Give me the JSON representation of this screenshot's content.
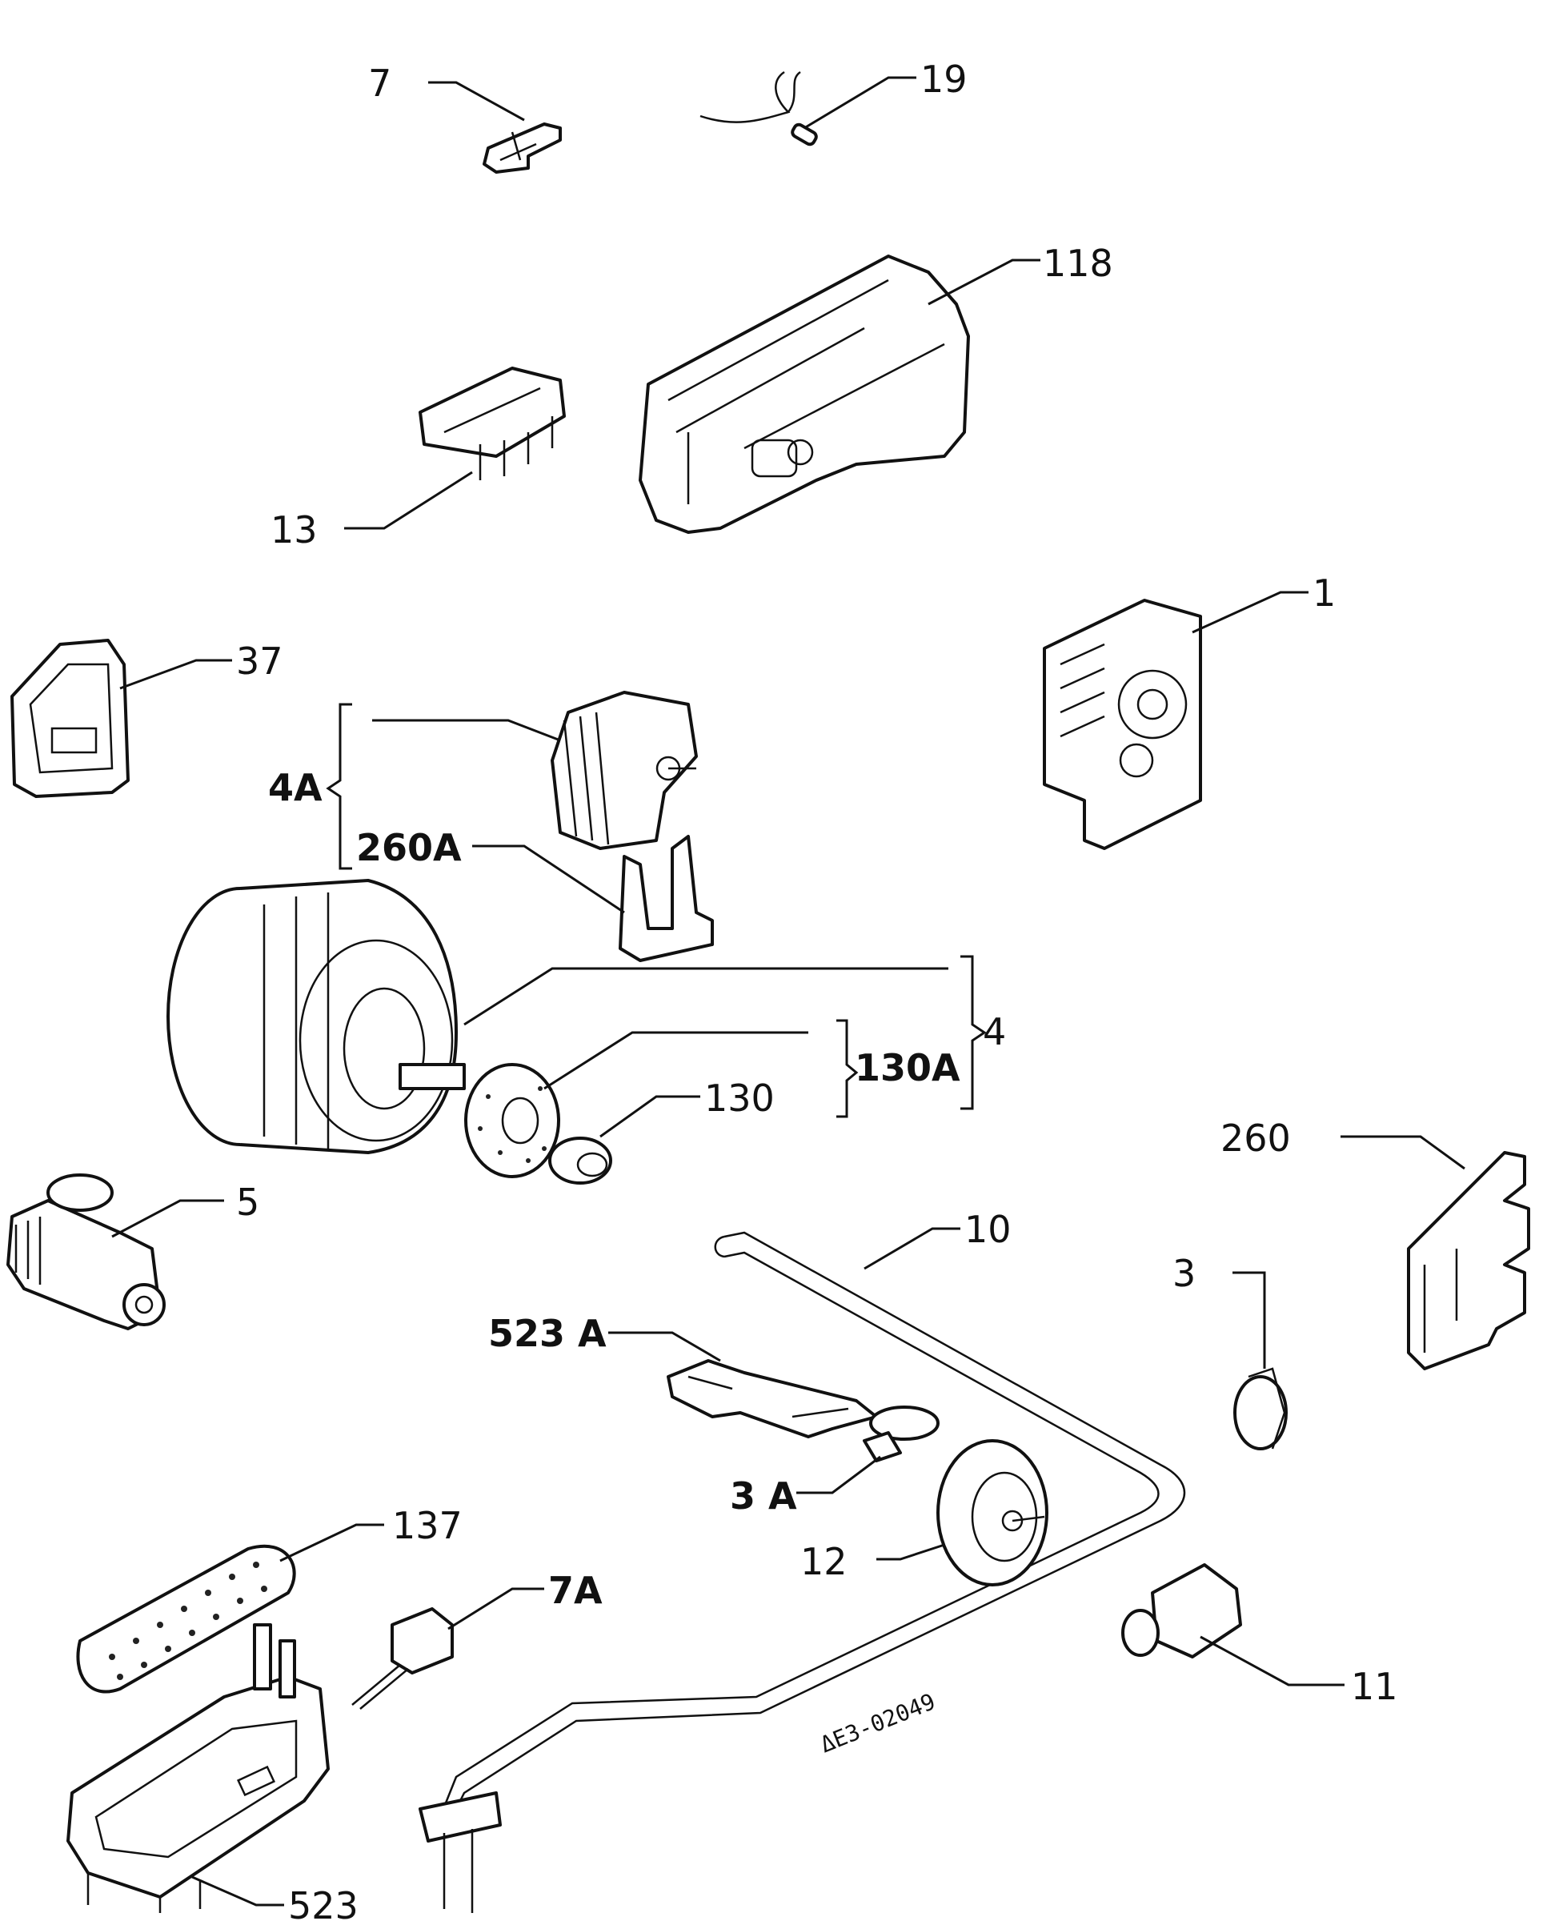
{
  "diagram": {
    "drawing_code": "ΔE3-02049",
    "callouts": [
      {
        "id": "c7",
        "text": "7"
      },
      {
        "id": "c19",
        "text": "19"
      },
      {
        "id": "c118",
        "text": "118"
      },
      {
        "id": "c13",
        "text": "13"
      },
      {
        "id": "c1",
        "text": "1"
      },
      {
        "id": "c37",
        "text": "37"
      },
      {
        "id": "c4a",
        "text": "4A"
      },
      {
        "id": "c260a",
        "text": "260A"
      },
      {
        "id": "c4",
        "text": "4"
      },
      {
        "id": "c130a",
        "text": "130A"
      },
      {
        "id": "c130",
        "text": "130"
      },
      {
        "id": "c260",
        "text": "260"
      },
      {
        "id": "c5",
        "text": "5"
      },
      {
        "id": "c10",
        "text": "10"
      },
      {
        "id": "c3",
        "text": "3"
      },
      {
        "id": "c523a",
        "text": "523 A"
      },
      {
        "id": "c3a",
        "text": "3 A"
      },
      {
        "id": "c12",
        "text": "12"
      },
      {
        "id": "c137",
        "text": "137"
      },
      {
        "id": "c7a",
        "text": "7A"
      },
      {
        "id": "c11",
        "text": "11"
      },
      {
        "id": "c523",
        "text": "523"
      }
    ]
  }
}
